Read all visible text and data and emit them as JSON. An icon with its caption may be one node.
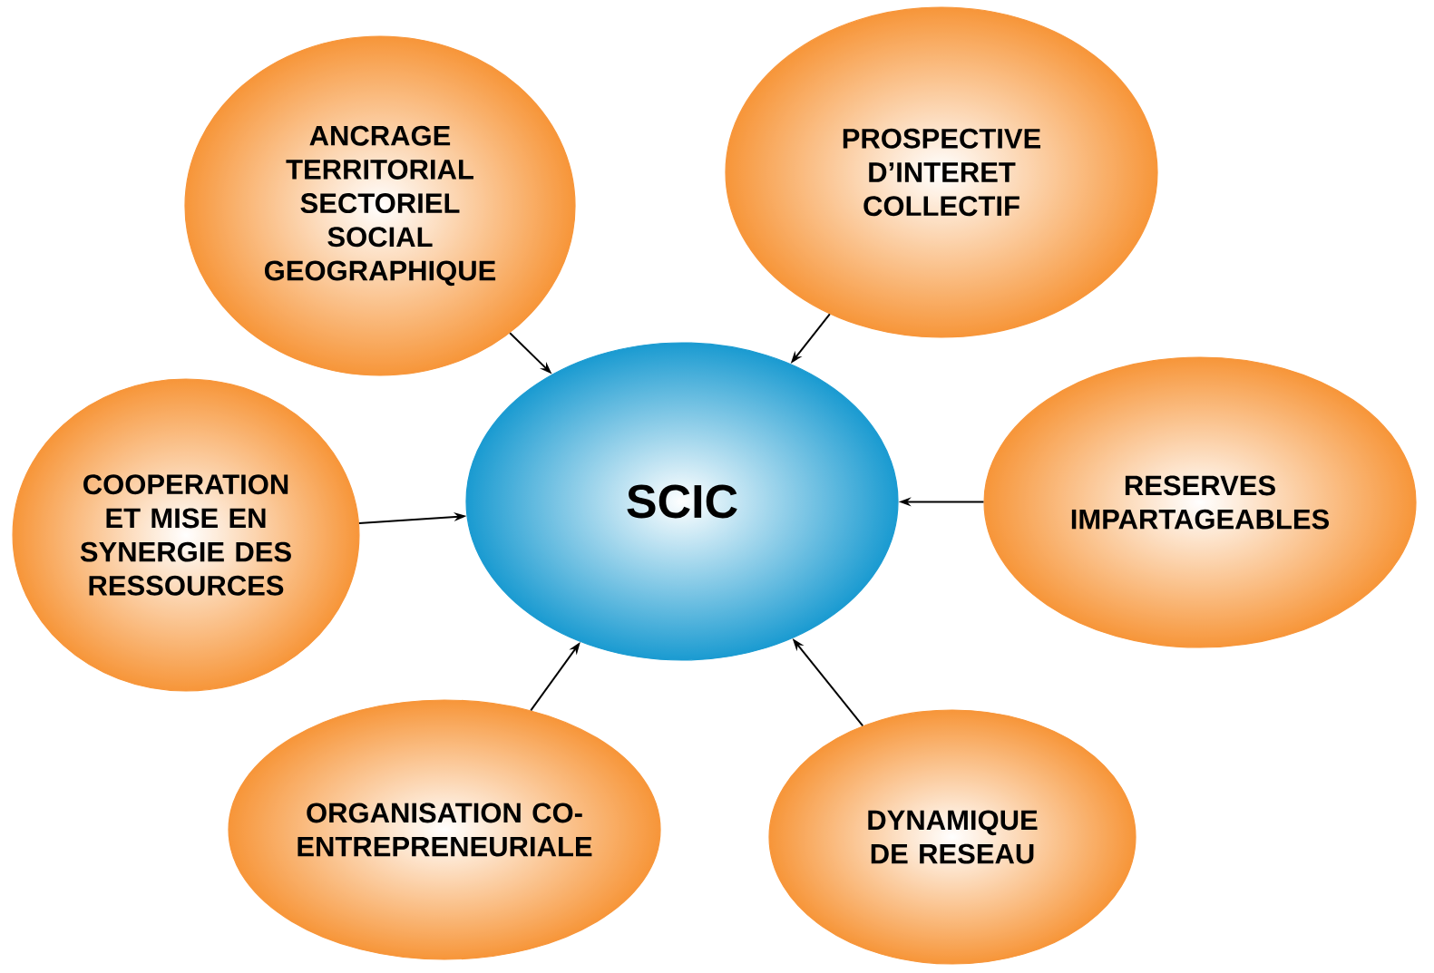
{
  "diagram": {
    "nodes": [
      {
        "text": [
          "ANCRAGE TERRITORIAL SECTORIEL SOCIAL GEOGRAPHIQUE"
        ]
      },
      {
        "text": [
          "PROSPECTIVE D’INTERET COLLECTIF"
        ]
      },
      {
        "text": [
          "COOPERATION ET MISE EN SYNERGIE DES RESSOURCES"
        ]
      },
      {
        "text": [
          "SCIC"
        ]
      },
      {
        "text": [
          "RESERVES IMPARTAGEABLES"
        ]
      },
      {
        "text": [
          "ORGANISATION CO-ENTREPRENEURIALE"
        ]
      },
      {
        "text": [
          "DYNAMIQUE DE RESEAU"
        ]
      }
    ],
    "edges": [
      {
        "from": 0,
        "to": 3,
        "arrow": "to"
      },
      {
        "from": 1,
        "to": 3,
        "arrow": "to"
      },
      {
        "from": 2,
        "to": 3,
        "arrow": "to"
      },
      {
        "from": 4,
        "to": 3,
        "arrow": "to"
      },
      {
        "from": 5,
        "to": 3,
        "arrow": "to"
      },
      {
        "from": 6,
        "to": 3,
        "arrow": "to"
      }
    ]
  }
}
